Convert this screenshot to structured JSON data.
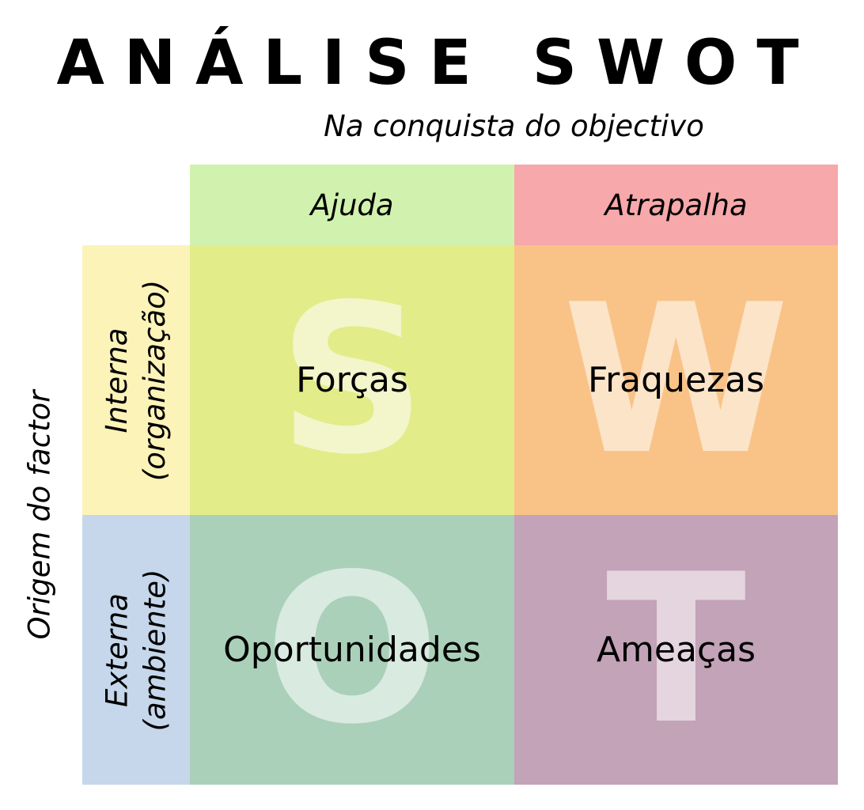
{
  "title": "ANÁLISE SWOT",
  "subtitle": "Na conquista do objectivo",
  "columns": {
    "helps": "Ajuda",
    "hurts": "Atrapalha"
  },
  "rows": {
    "axis_label": "Origem do factor",
    "internal": {
      "line1": "Interna",
      "line2": "(organização)"
    },
    "external": {
      "line1": "Externa",
      "line2": "(ambiente)"
    }
  },
  "quadrants": {
    "strengths": {
      "letter": "S",
      "label": "Forças"
    },
    "weaknesses": {
      "letter": "W",
      "label": "Fraquezas"
    },
    "opportunities": {
      "letter": "O",
      "label": "Oportunidades"
    },
    "threats": {
      "letter": "T",
      "label": "Ameaças"
    }
  },
  "colors": {
    "helps_header": "#d1f2ae",
    "hurts_header": "#f7a8aa",
    "internal_row": "#fcf3b8",
    "external_row": "#c6d7eb",
    "strengths": "#e2ec89",
    "weaknesses": "#f9c387",
    "opportunities": "#aad0ba",
    "threats": "#c3a3b8"
  }
}
